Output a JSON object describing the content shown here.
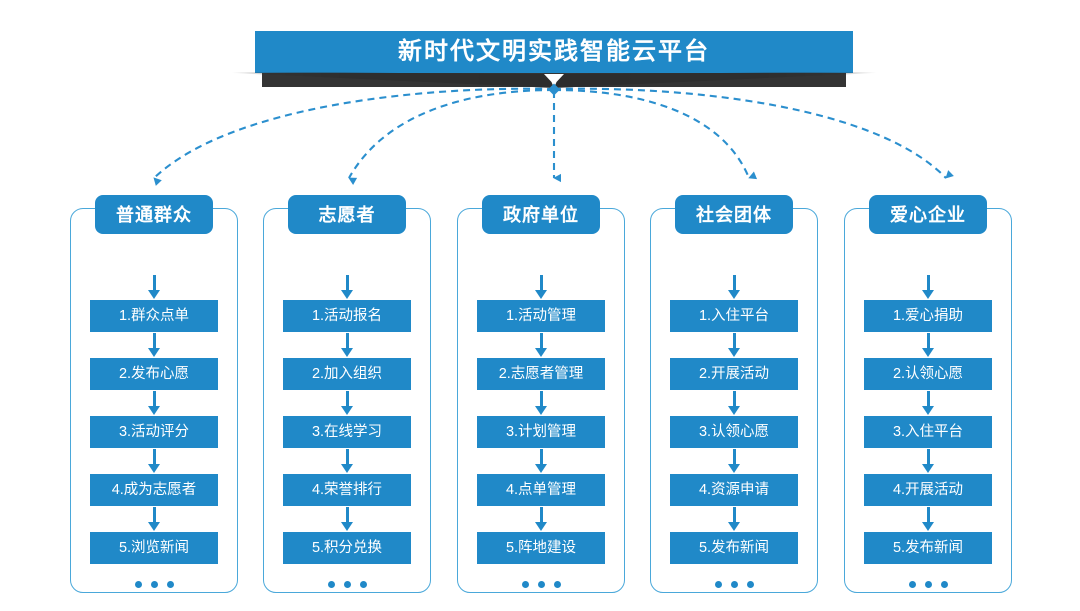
{
  "banner": {
    "title": "新时代文明实践智能云平台",
    "color": "#2089c8",
    "ribbon_color": "#2d2d2d",
    "notch_icon": "chevron-down-icon"
  },
  "theme": {
    "accent": "#2089c8",
    "panel_border": "#4aa8da",
    "connector": "#2b8fce",
    "text_on_accent": "#ffffff",
    "background": "#ffffff"
  },
  "ellipsis_label": "• • •",
  "columns": [
    {
      "title": "普通群众",
      "items": [
        "1.群众点单",
        "2.发布心愿",
        "3.活动评分",
        "4.成为志愿者",
        "5.浏览新闻"
      ]
    },
    {
      "title": "志愿者",
      "items": [
        "1.活动报名",
        "2.加入组织",
        "3.在线学习",
        "4.荣誉排行",
        "5.积分兑换"
      ]
    },
    {
      "title": "政府单位",
      "items": [
        "1.活动管理",
        "2.志愿者管理",
        "3.计划管理",
        "4.点单管理",
        "5.阵地建设"
      ]
    },
    {
      "title": "社会团体",
      "items": [
        "1.入住平台",
        "2.开展活动",
        "3.认领心愿",
        "4.资源申请",
        "5.发布新闻"
      ]
    },
    {
      "title": "爱心企业",
      "items": [
        "1.爱心捐助",
        "2.认领心愿",
        "3.入住平台",
        "4.开展活动",
        "5.发布新闻"
      ]
    }
  ]
}
